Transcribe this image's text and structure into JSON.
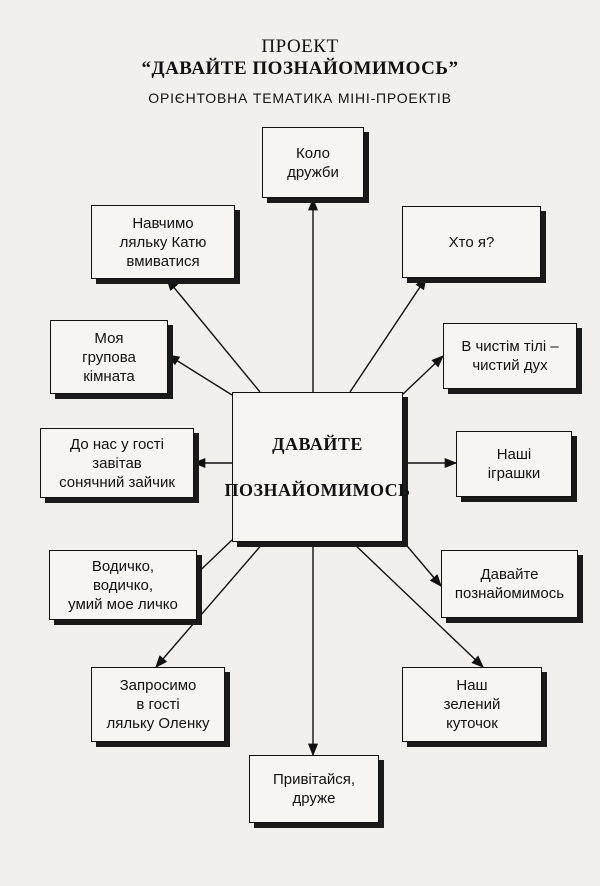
{
  "header": {
    "line1": "ПРОЕКТ",
    "line2": "“ДАВАЙТЕ ПОЗНАЙОМИМОСЬ”",
    "subtitle": "ОРІЄНТОВНА ТЕМАТИКА МІНІ-ПРОЕКТІВ"
  },
  "center": {
    "label": "ДАВАЙТЕ\nПОЗНАЙОМИМОСЬ"
  },
  "nodes": [
    {
      "id": "kolo-druzhby",
      "label": "Коло\nдружби"
    },
    {
      "id": "navchymo-lyalku",
      "label": "Навчимо\nляльку Катю\nвмиватися"
    },
    {
      "id": "khto-ya",
      "label": "Хто я?"
    },
    {
      "id": "moya-grupova",
      "label": "Моя\nгрупова\nкімната"
    },
    {
      "id": "chystyi-dukh",
      "label": "В чистім тілі –\nчистий дух"
    },
    {
      "id": "sonyachnyi-zaichyk",
      "label": "До нас у гості\nзавітав\nсонячний зайчик"
    },
    {
      "id": "nashi-igrashky",
      "label": "Наші\nіграшки"
    },
    {
      "id": "vodychko",
      "label": "Водичко,\nводичко,\nумий мое личко"
    },
    {
      "id": "davaite-poznaiomymos",
      "label": "Давайте\nпознайомимось"
    },
    {
      "id": "lyalka-olenka",
      "label": "Запросимо\nв гості\nляльку Оленку"
    },
    {
      "id": "zelenyi-kutochok",
      "label": "Наш\nзелений\nкуточок"
    },
    {
      "id": "pryvitaisya",
      "label": "Привітайся,\nдруже"
    }
  ]
}
